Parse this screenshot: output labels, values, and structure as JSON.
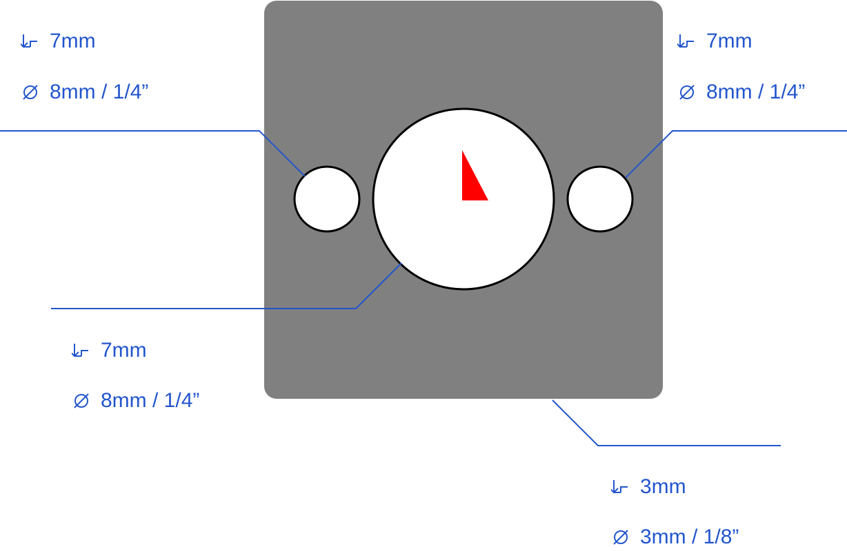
{
  "colors": {
    "plate": "#808080",
    "hole_fill": "#ffffff",
    "hole_stroke": "#000000",
    "leader": "#2255cc",
    "marker": "#ff0000"
  },
  "icons": {
    "depth": "depth-icon",
    "diameter": "diameter-icon"
  },
  "callouts": {
    "left_hole": {
      "depth": "7mm",
      "diameter": "8mm / 1/4”"
    },
    "right_hole": {
      "depth": "7mm",
      "diameter": "8mm / 1/4”"
    },
    "center_hole": {
      "depth": "7mm",
      "diameter": "8mm / 1/4”"
    },
    "plate_edge": {
      "depth": "3mm",
      "diameter": "3mm / 1/8”"
    }
  }
}
